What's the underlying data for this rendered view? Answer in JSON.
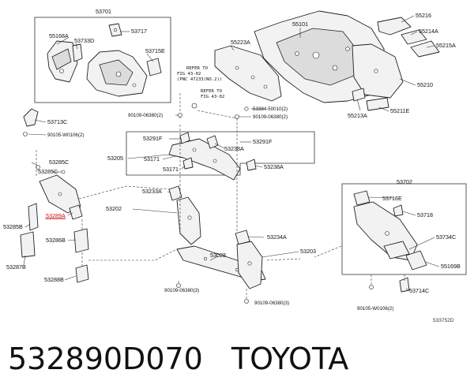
{
  "diagram": {
    "labels": {
      "p53701": "53701",
      "p55168A": "55168A",
      "p53733D": "53733D",
      "p53717": "53717",
      "p53715E": "53715E",
      "p53713C": "53713C",
      "p90105_w0106_l": "90105-W0106(2)",
      "p55101": "55101",
      "p55223A": "55223A",
      "p55216": "55216",
      "p55214A": "55214A",
      "p55215A": "55215A",
      "p55210": "55210",
      "p55213A": "55213A",
      "p55211E": "55211E",
      "p53384": "53384-50010(2)",
      "p90109_06380_2a": "90109-06380(2)",
      "p90109_06380_2b": "90109-06380(2)",
      "p53291F_l": "53291F",
      "p53291F_r": "53291F",
      "p53238A_t": "53238A",
      "p53238A_b": "53238A",
      "p53205": "53205",
      "p53171_a": "53171",
      "p53171_b": "53171",
      "p53285C_a": "53285C",
      "p53285C_b": "53285C",
      "p53285B": "53285B",
      "p53289A": "53289A",
      "p53286B": "53286B",
      "p53287B": "53287B",
      "p53288B": "53288B",
      "p53233A": "53233A",
      "p53202": "53202",
      "p53234A": "53234A",
      "p53203": "53203",
      "p53028": "53028",
      "p90109_06380_3a": "90109-06380(3)",
      "p90109_06380_3b": "90109-06380(3)",
      "p53702": "53702",
      "p53716E": "53716E",
      "p53718": "53718",
      "p53734C": "53734C",
      "p55169B": "55169B",
      "p53714C": "53714C",
      "p90105_w0106_r": "90105-W0106(2)"
    },
    "refer1": [
      "REFER TO",
      "FIG 43-02",
      "(PNC 47233(NO.2))"
    ],
    "refer2": [
      "REFER TO",
      "FIG 43-02"
    ],
    "drawing_code": "533752D",
    "highlight_color": "#d0101a"
  },
  "caption": {
    "part_number": "532890D070",
    "brand": "TOYOTA"
  }
}
